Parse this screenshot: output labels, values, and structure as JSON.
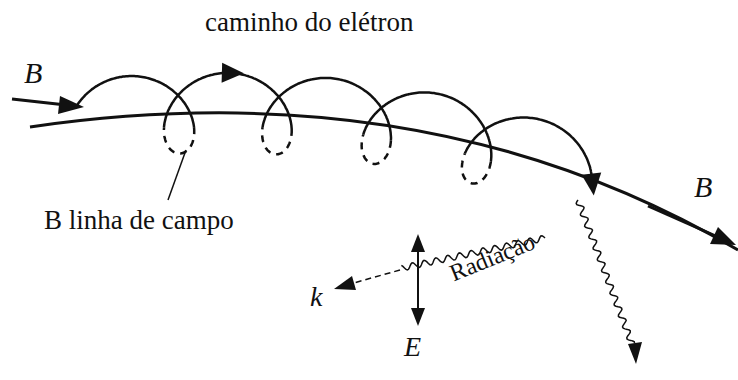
{
  "diagram": {
    "labels": [
      "caminho do elétron",
      "B",
      "B linha de campo",
      "B",
      "Radiação",
      "k",
      "E"
    ]
  }
}
